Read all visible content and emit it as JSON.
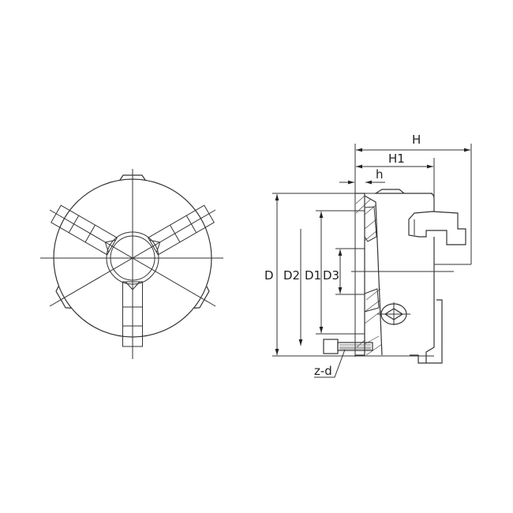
{
  "labels": {
    "H": "H",
    "H1": "H1",
    "h": "h",
    "D": "D",
    "D2": "D2",
    "D1": "D1",
    "D3": "D3",
    "zd": "z-d"
  },
  "colors": {
    "line": "#333333",
    "background": "#ffffff"
  }
}
